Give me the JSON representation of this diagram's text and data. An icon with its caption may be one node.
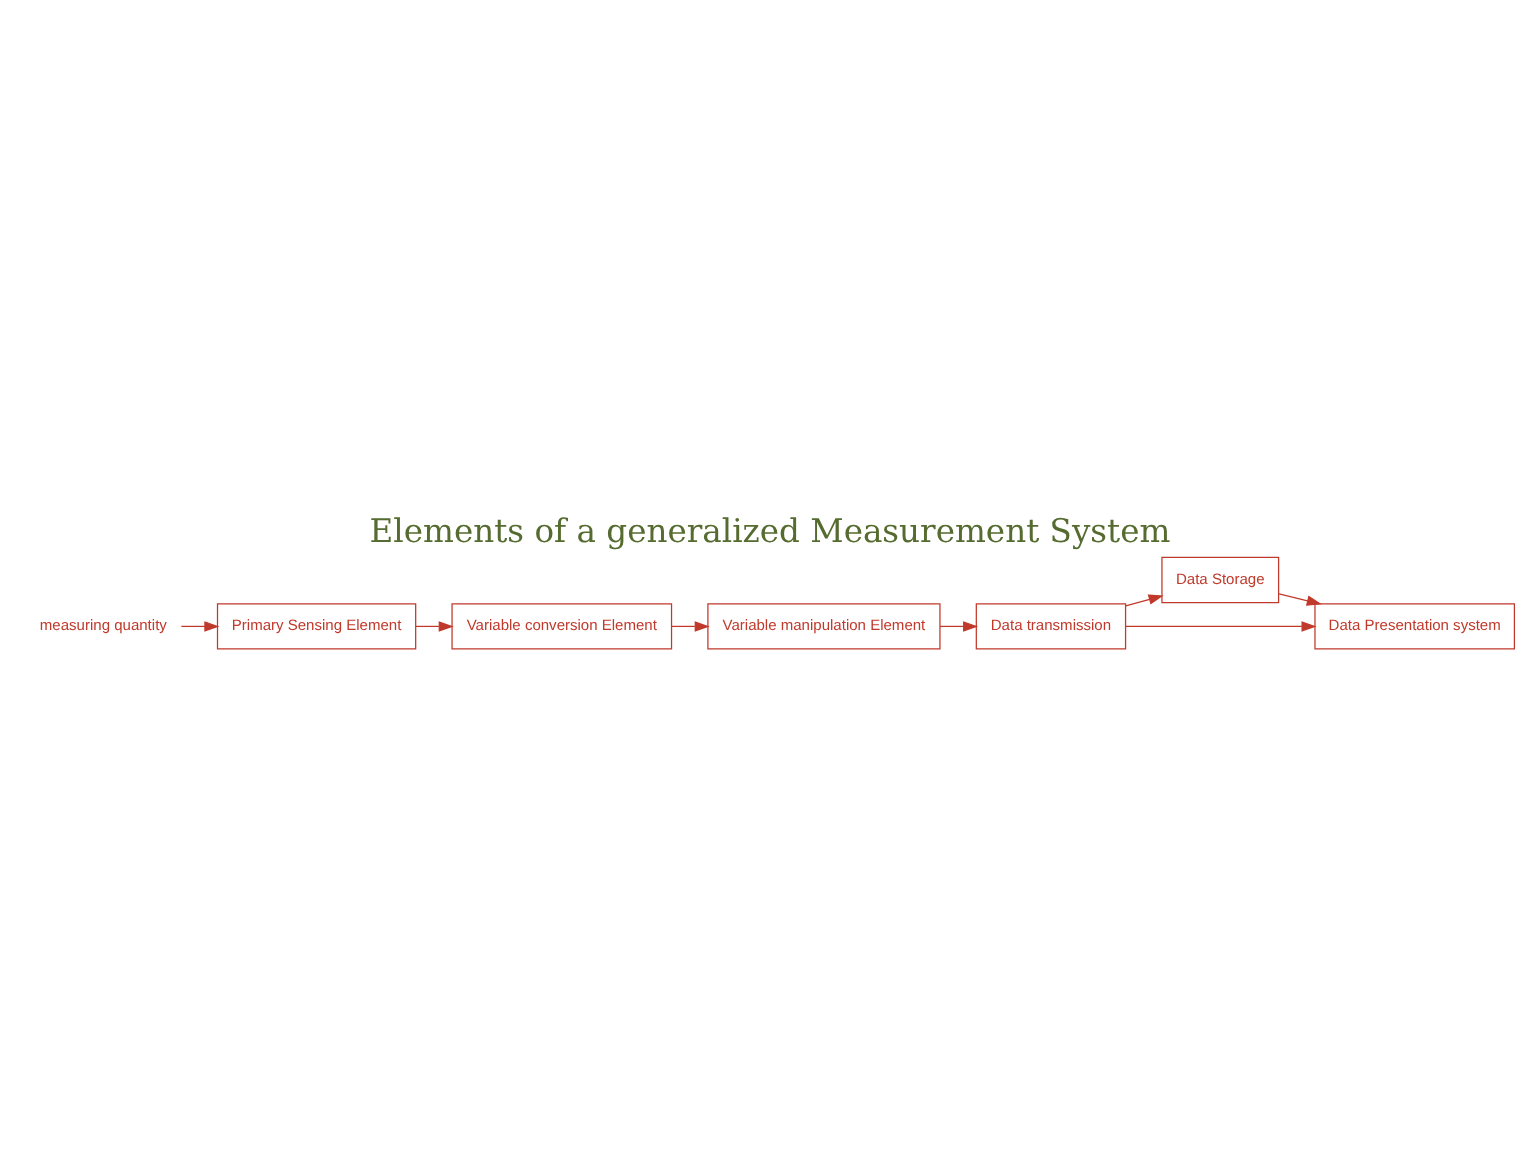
{
  "diagram": {
    "title": "Elements of a generalized Measurement System",
    "nodes": [
      {
        "text": [
          "measuring quantity"
        ]
      },
      {
        "text": [
          "Primary Sensing Element"
        ]
      },
      {
        "text": [
          "Variable conversion Element"
        ]
      },
      {
        "text": [
          "Variable manipulation Element"
        ]
      },
      {
        "text": [
          "Data transmission"
        ]
      },
      {
        "text": [
          "Data Storage"
        ]
      },
      {
        "text": [
          "Data Presentation system"
        ]
      }
    ],
    "edges": [
      {
        "from": 0,
        "to": 1,
        "arrow": "to"
      },
      {
        "from": 1,
        "to": 2,
        "arrow": "to"
      },
      {
        "from": 2,
        "to": 3,
        "arrow": "to"
      },
      {
        "from": 3,
        "to": 4,
        "arrow": "to"
      },
      {
        "from": 4,
        "to": 5,
        "arrow": "to"
      },
      {
        "from": 5,
        "to": 6,
        "arrow": "to"
      },
      {
        "from": 4,
        "to": 6,
        "arrow": "to"
      }
    ]
  }
}
